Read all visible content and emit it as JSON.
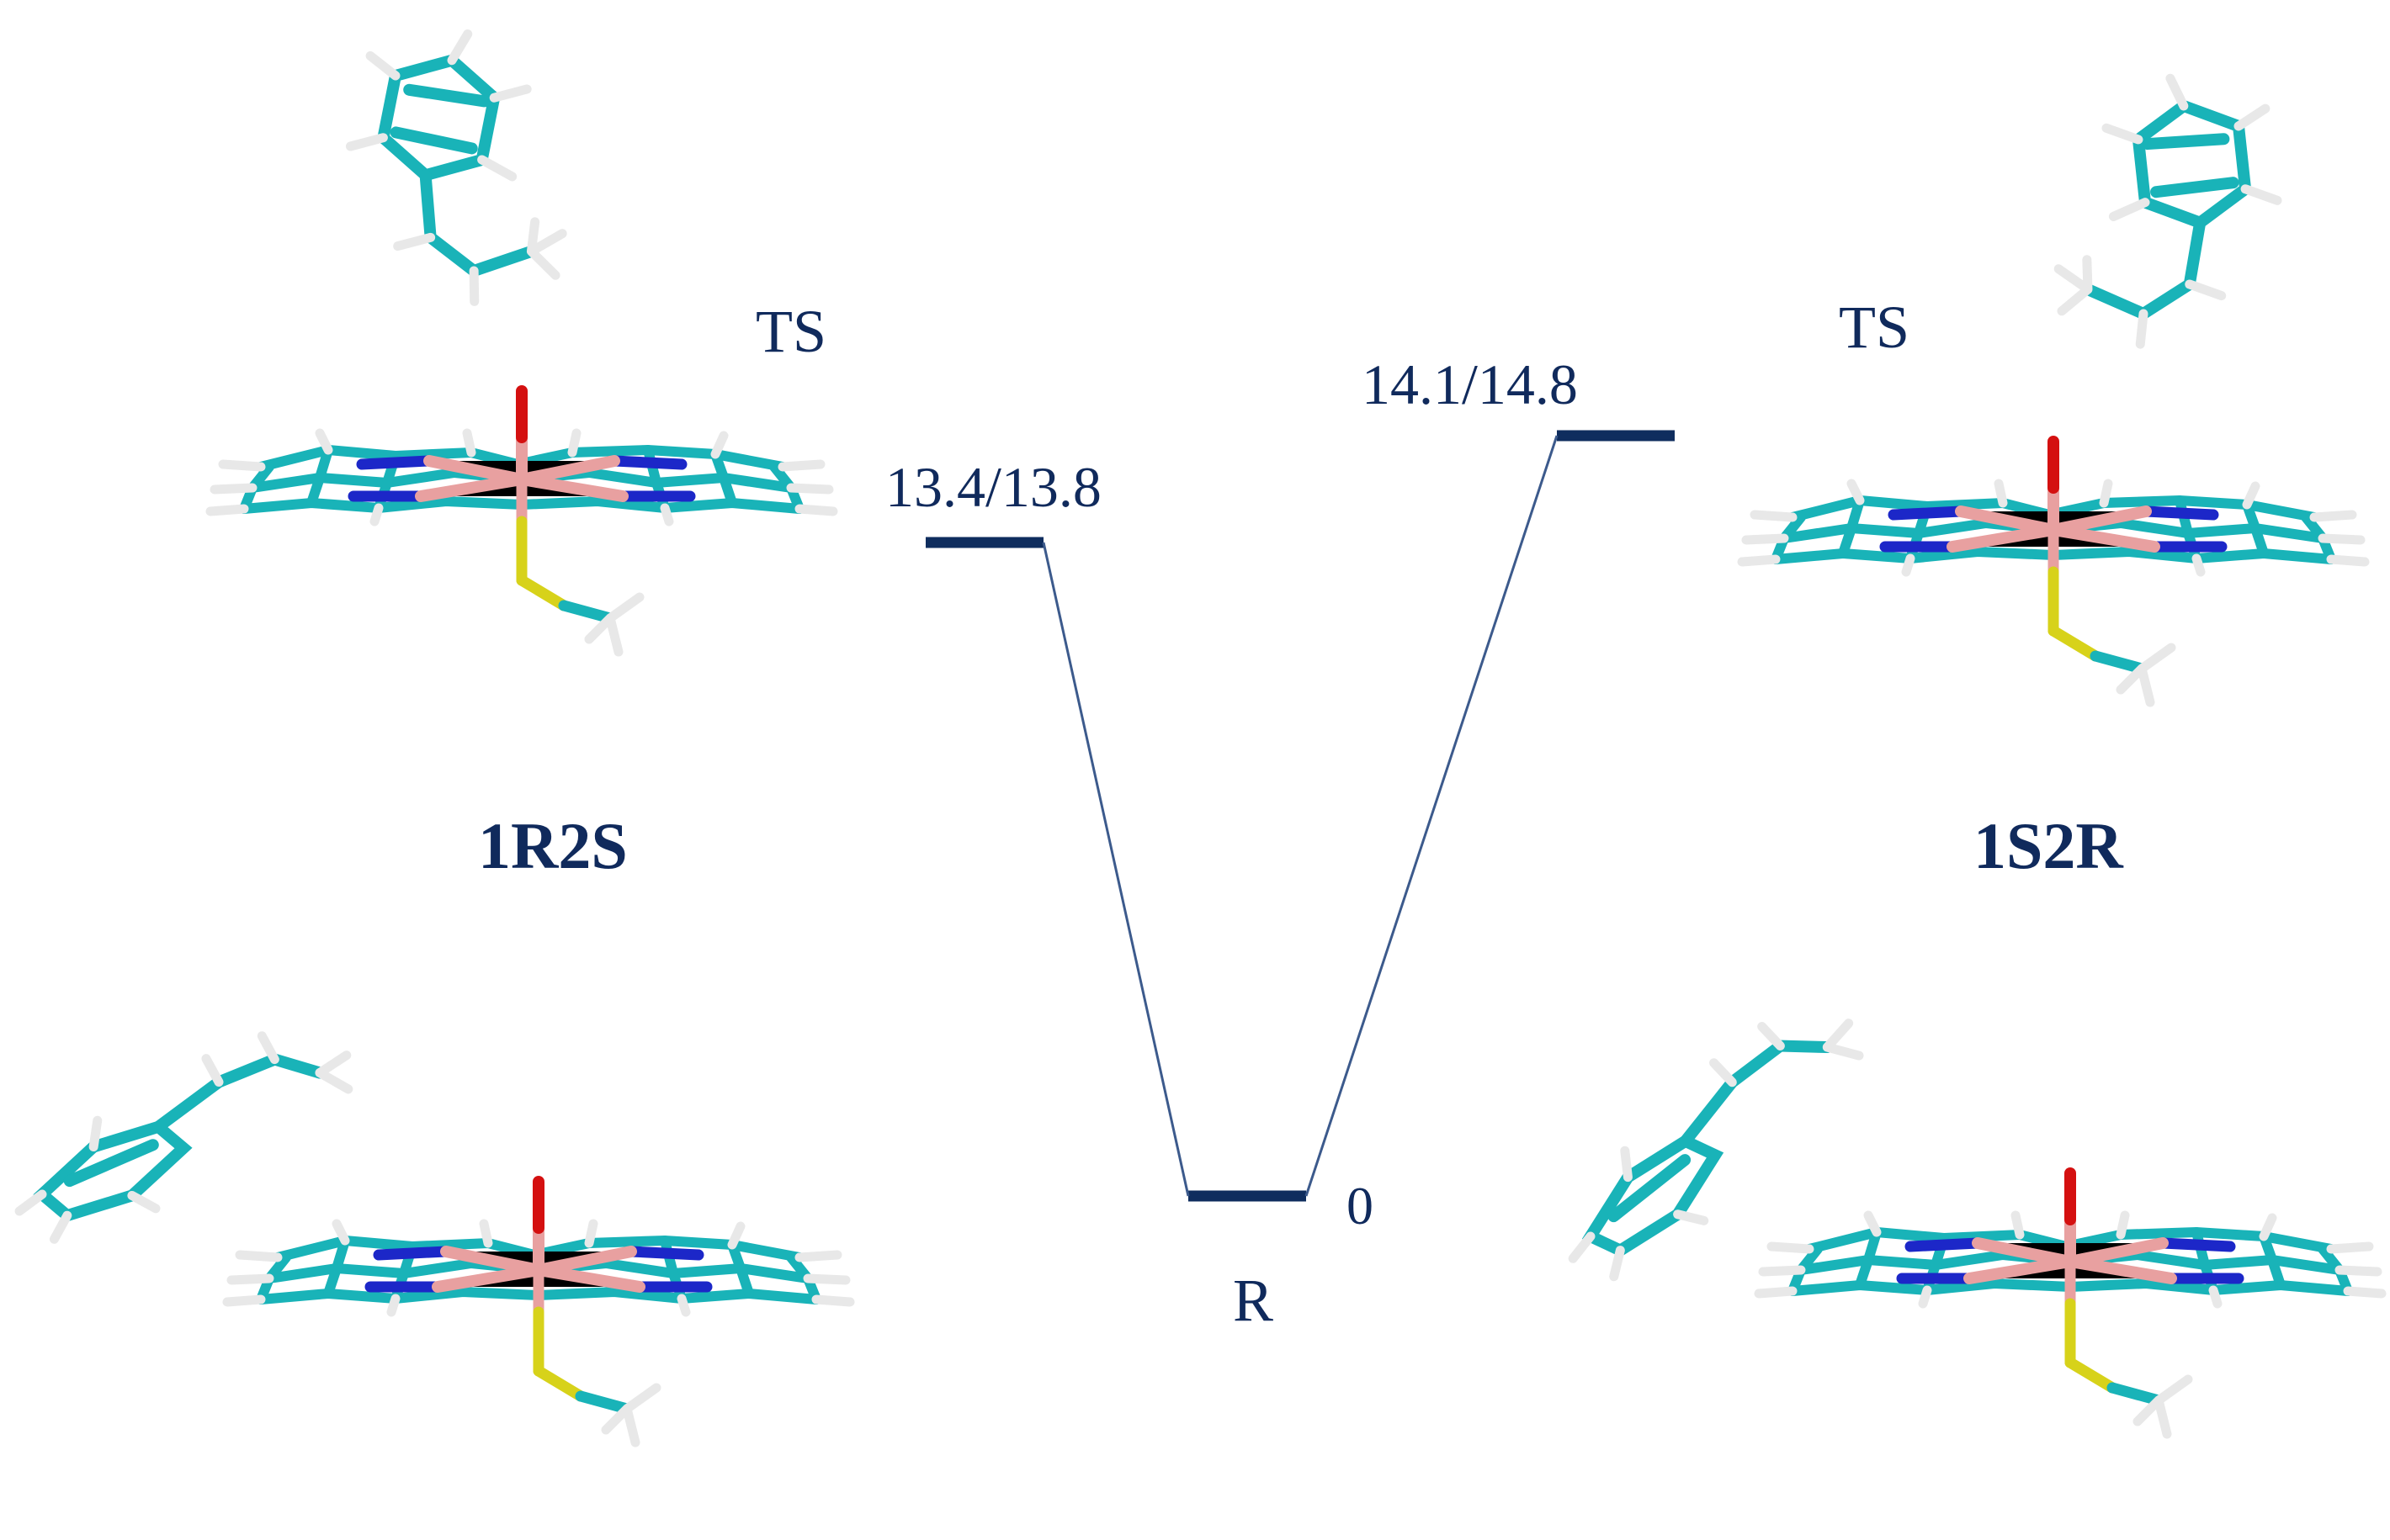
{
  "labels": {
    "ts_left": "TS",
    "ts_right": "TS",
    "energy_left": "13.4/13.8",
    "energy_right": "14.1/14.8",
    "energy_reactant": "0",
    "reactant": "R",
    "isomer_left": "1R2S",
    "isomer_right": "1S2R"
  },
  "colors": {
    "label_text": "#102a5c",
    "energy_level": "#0f2d5e",
    "connector": "#3c5a8c",
    "carbon": "#19b3b8",
    "hydrogen": "#e8e8e8",
    "nitrogen": "#1c27c8",
    "iron": "#e8a0a0",
    "oxygen": "#d41010",
    "sulfur": "#d7d21a"
  },
  "structures": [
    {
      "name": "ts-1r2s-structure",
      "substrate": "styrene-tilted"
    },
    {
      "name": "ts-1s2r-structure",
      "substrate": "styrene-tilted-mirror"
    },
    {
      "name": "reactant-1r2s-structure",
      "substrate": "styrene-flat"
    },
    {
      "name": "reactant-1s2r-structure",
      "substrate": "styrene-flat-mirror"
    }
  ]
}
